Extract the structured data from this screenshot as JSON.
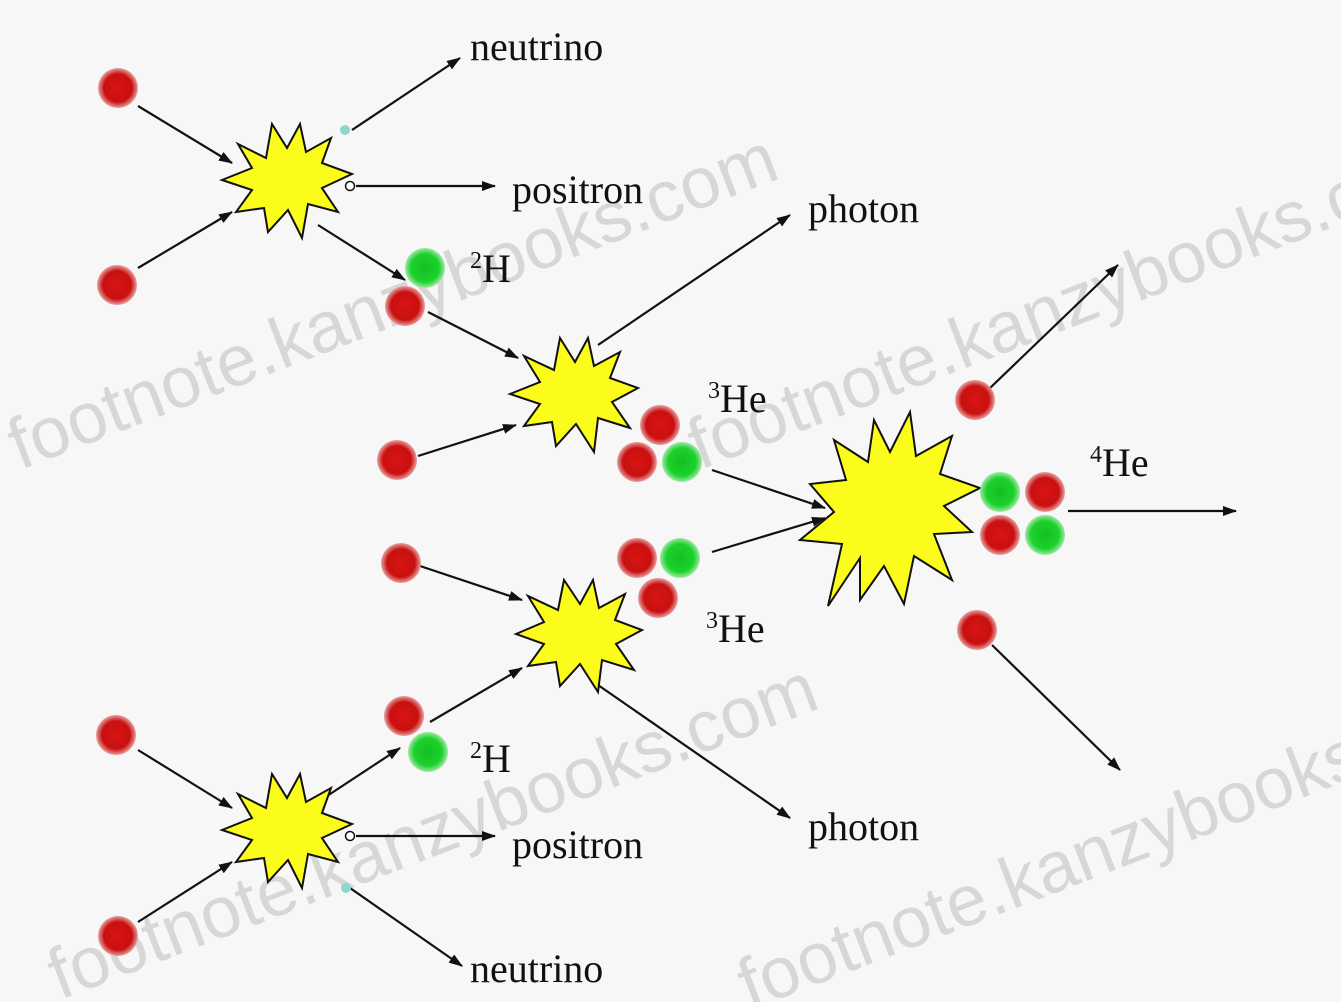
{
  "labels": {
    "neutrino_top": "neutrino",
    "positron_top": "positron",
    "deuterium_top_mass": "2",
    "deuterium_top_symbol": "H",
    "photon_top": "photon",
    "helium3_top_mass": "3",
    "helium3_top_symbol": "He",
    "helium4_mass": "4",
    "helium4_symbol": "He",
    "helium3_bottom_mass": "3",
    "helium3_bottom_symbol": "He",
    "deuterium_bottom_mass": "2",
    "deuterium_bottom_symbol": "H",
    "positron_bottom": "positron",
    "photon_bottom": "photon",
    "neutrino_bottom": "neutrino"
  },
  "watermark": {
    "text": "footnote.kanzybooks.com"
  },
  "colors": {
    "proton": "#d91414",
    "neutron": "#1dd12c",
    "burst": "#fbfb1c",
    "neutrino": "#8fd6d0",
    "positron": "#ffffff"
  }
}
